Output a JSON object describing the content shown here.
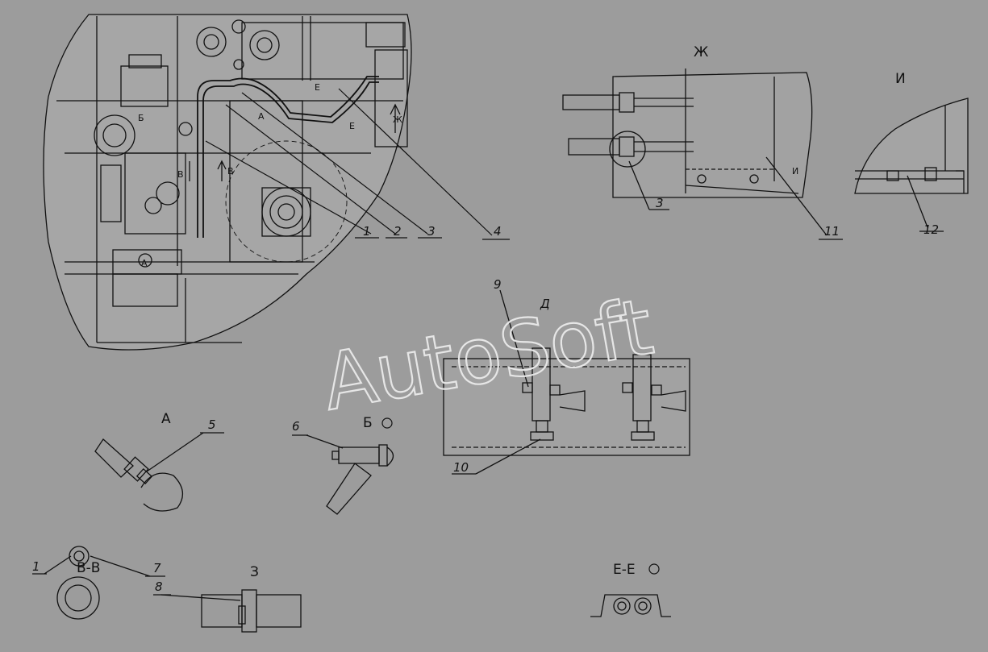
{
  "watermark": "AutoSoft",
  "colors": {
    "background": "#9c9c9c",
    "drawing_line": "#111111",
    "paper_light": "#b4b4b4"
  },
  "callouts": {
    "c1": "1",
    "c2": "2",
    "c3": "3",
    "c4": "4",
    "c5": "5",
    "c6": "6",
    "c7": "7",
    "c8": "8",
    "c9": "9",
    "c10": "10",
    "c11": "11",
    "c12": "12",
    "c1b": "1",
    "c3b": "3"
  },
  "views": {
    "zh": "Ж",
    "i": "И",
    "a": "А",
    "b": "Б",
    "d": "Д",
    "vv": "В-В",
    "z": "З",
    "ee": "Е-Е"
  },
  "marks": {
    "a": "А",
    "b": "Б",
    "v1": "В",
    "v2": "В",
    "e1": "Е",
    "e2": "Е",
    "zh": "Ж",
    "a2": "А",
    "i": "И"
  }
}
